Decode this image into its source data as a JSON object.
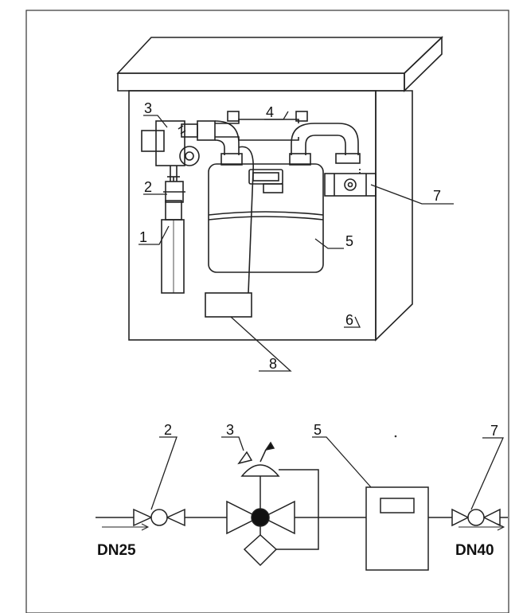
{
  "cabinet_callouts": {
    "c1": "1",
    "c2": "2",
    "c3": "3",
    "c4": "4",
    "c5": "5",
    "c6": "6",
    "c7": "7",
    "c8": "8"
  },
  "schematic_callouts": {
    "s2": "2",
    "s3": "3",
    "s5": "5",
    "s7": "7"
  },
  "pipe_sizes": {
    "inlet": "DN25",
    "outlet": "DN40"
  },
  "colors": {
    "line": "#222222",
    "background": "#ffffff"
  }
}
